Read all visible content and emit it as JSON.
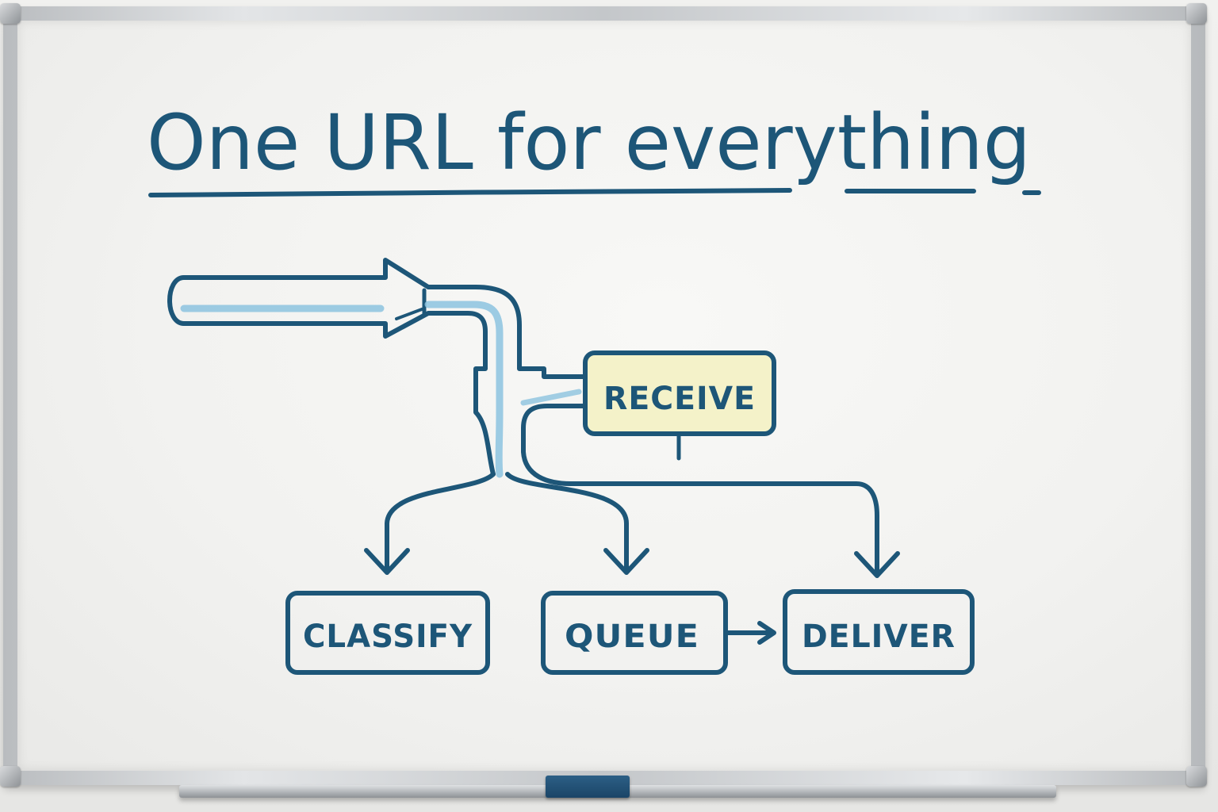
{
  "board": {
    "title": "One URL for everything"
  },
  "diagram": {
    "nodes": {
      "receive": "RECEIVE",
      "classify": "CLASSIFY",
      "queue": "QUEUE",
      "deliver": "DELIVER"
    }
  },
  "colors": {
    "ink": "#1d5678",
    "water": "#8cc3df",
    "highlight": "#f4f2c9",
    "eraser": "#1f4b6e"
  }
}
